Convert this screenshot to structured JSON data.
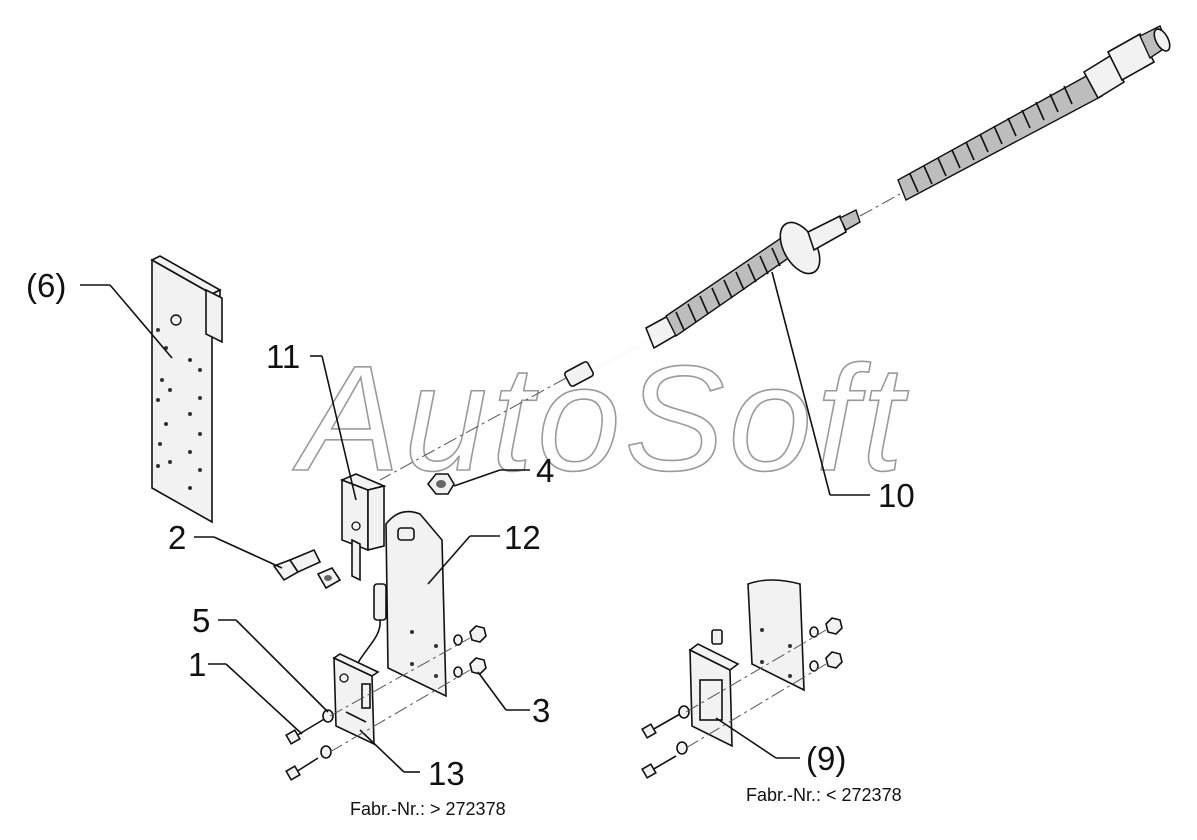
{
  "watermark": "AutoSoft",
  "callouts": {
    "c6": "(6)",
    "c11": "11",
    "c4": "4",
    "c2": "2",
    "c12": "12",
    "c5": "5",
    "c1": "1",
    "c3": "3",
    "c13": "13",
    "c10": "10",
    "c9": "(9)"
  },
  "captions": {
    "left": "Fabr.-Nr.: > 272378",
    "right": "Fabr.-Nr.: < 272378"
  }
}
